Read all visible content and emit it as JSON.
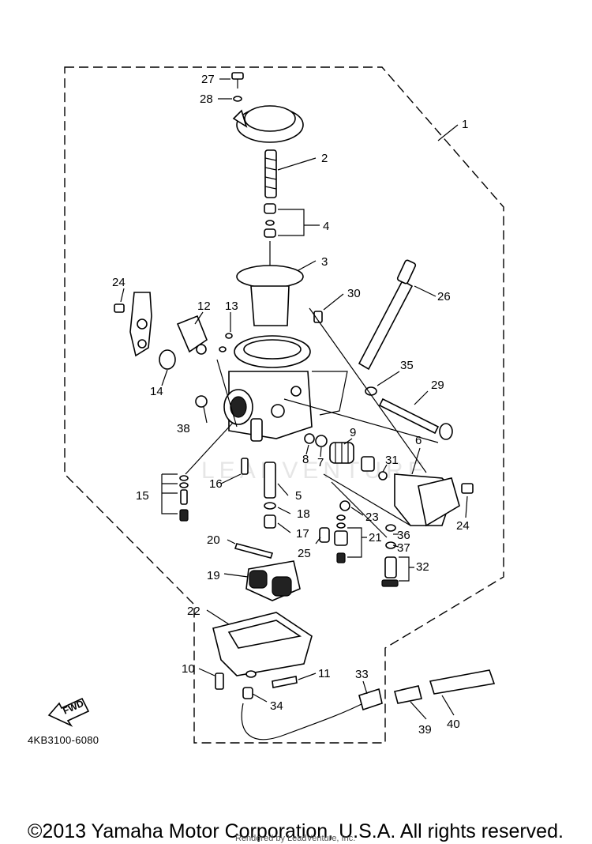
{
  "callouts": [
    {
      "num": "1"
    },
    {
      "num": "2"
    },
    {
      "num": "3"
    },
    {
      "num": "4"
    },
    {
      "num": "5"
    },
    {
      "num": "6"
    },
    {
      "num": "7"
    },
    {
      "num": "8"
    },
    {
      "num": "9"
    },
    {
      "num": "10"
    },
    {
      "num": "11"
    },
    {
      "num": "12"
    },
    {
      "num": "13"
    },
    {
      "num": "14"
    },
    {
      "num": "15"
    },
    {
      "num": "16"
    },
    {
      "num": "17"
    },
    {
      "num": "18"
    },
    {
      "num": "19"
    },
    {
      "num": "20"
    },
    {
      "num": "21"
    },
    {
      "num": "22"
    },
    {
      "num": "23"
    },
    {
      "num": "24"
    },
    {
      "num": "24"
    },
    {
      "num": "25"
    },
    {
      "num": "26"
    },
    {
      "num": "27"
    },
    {
      "num": "28"
    },
    {
      "num": "29"
    },
    {
      "num": "30"
    },
    {
      "num": "31"
    },
    {
      "num": "32"
    },
    {
      "num": "33"
    },
    {
      "num": "34"
    },
    {
      "num": "35"
    },
    {
      "num": "36"
    },
    {
      "num": "37"
    },
    {
      "num": "38"
    },
    {
      "num": "39"
    },
    {
      "num": "40"
    }
  ],
  "diagram_code": "4KB3100-6080",
  "fwd_label": "FWD",
  "watermark_text": "LEADVENTURE",
  "copyright": "©2013 Yamaha Motor Corporation, U.S.A. All rights reserved.",
  "rendered_by": "Rendered by LeadVenture, Inc."
}
